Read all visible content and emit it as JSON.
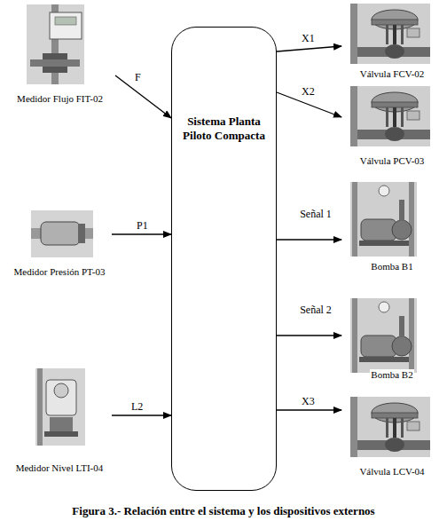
{
  "diagram": {
    "caption": "Figura 3.- Relación entre el sistema y los dispositivos externos",
    "nodes": [
      {
        "text": [
          "Medidor Flujo FIT-02"
        ]
      },
      {
        "text": [
          "Sistema Planta Piloto Compacta"
        ]
      },
      {
        "text": [
          "Válvula FCV-02"
        ]
      },
      {
        "text": [
          "Válvula PCV-03"
        ]
      },
      {
        "text": [
          "Medidor Presión PT-03"
        ]
      },
      {
        "text": [
          "Bomba B1"
        ]
      },
      {
        "text": [
          "Bomba B2"
        ]
      },
      {
        "text": [
          "Medidor Nivel LTI-04"
        ]
      },
      {
        "text": [
          "Válvula LCV-04"
        ]
      }
    ],
    "edges": [
      {
        "from": 0,
        "to": 1,
        "label": "F",
        "arrow": "to"
      },
      {
        "from": 1,
        "to": 2,
        "label": "X1",
        "arrow": "to"
      },
      {
        "from": 1,
        "to": 3,
        "label": "X2",
        "arrow": "to"
      },
      {
        "from": 4,
        "to": 1,
        "label": "P1",
        "arrow": "to"
      },
      {
        "from": 1,
        "to": 5,
        "label": "Señal 1",
        "arrow": "to"
      },
      {
        "from": 1,
        "to": 6,
        "label": "Señal 2",
        "arrow": "to"
      },
      {
        "from": 7,
        "to": 1,
        "label": "L2",
        "arrow": "to"
      },
      {
        "from": 1,
        "to": 8,
        "label": "X3",
        "arrow": "to"
      }
    ]
  }
}
